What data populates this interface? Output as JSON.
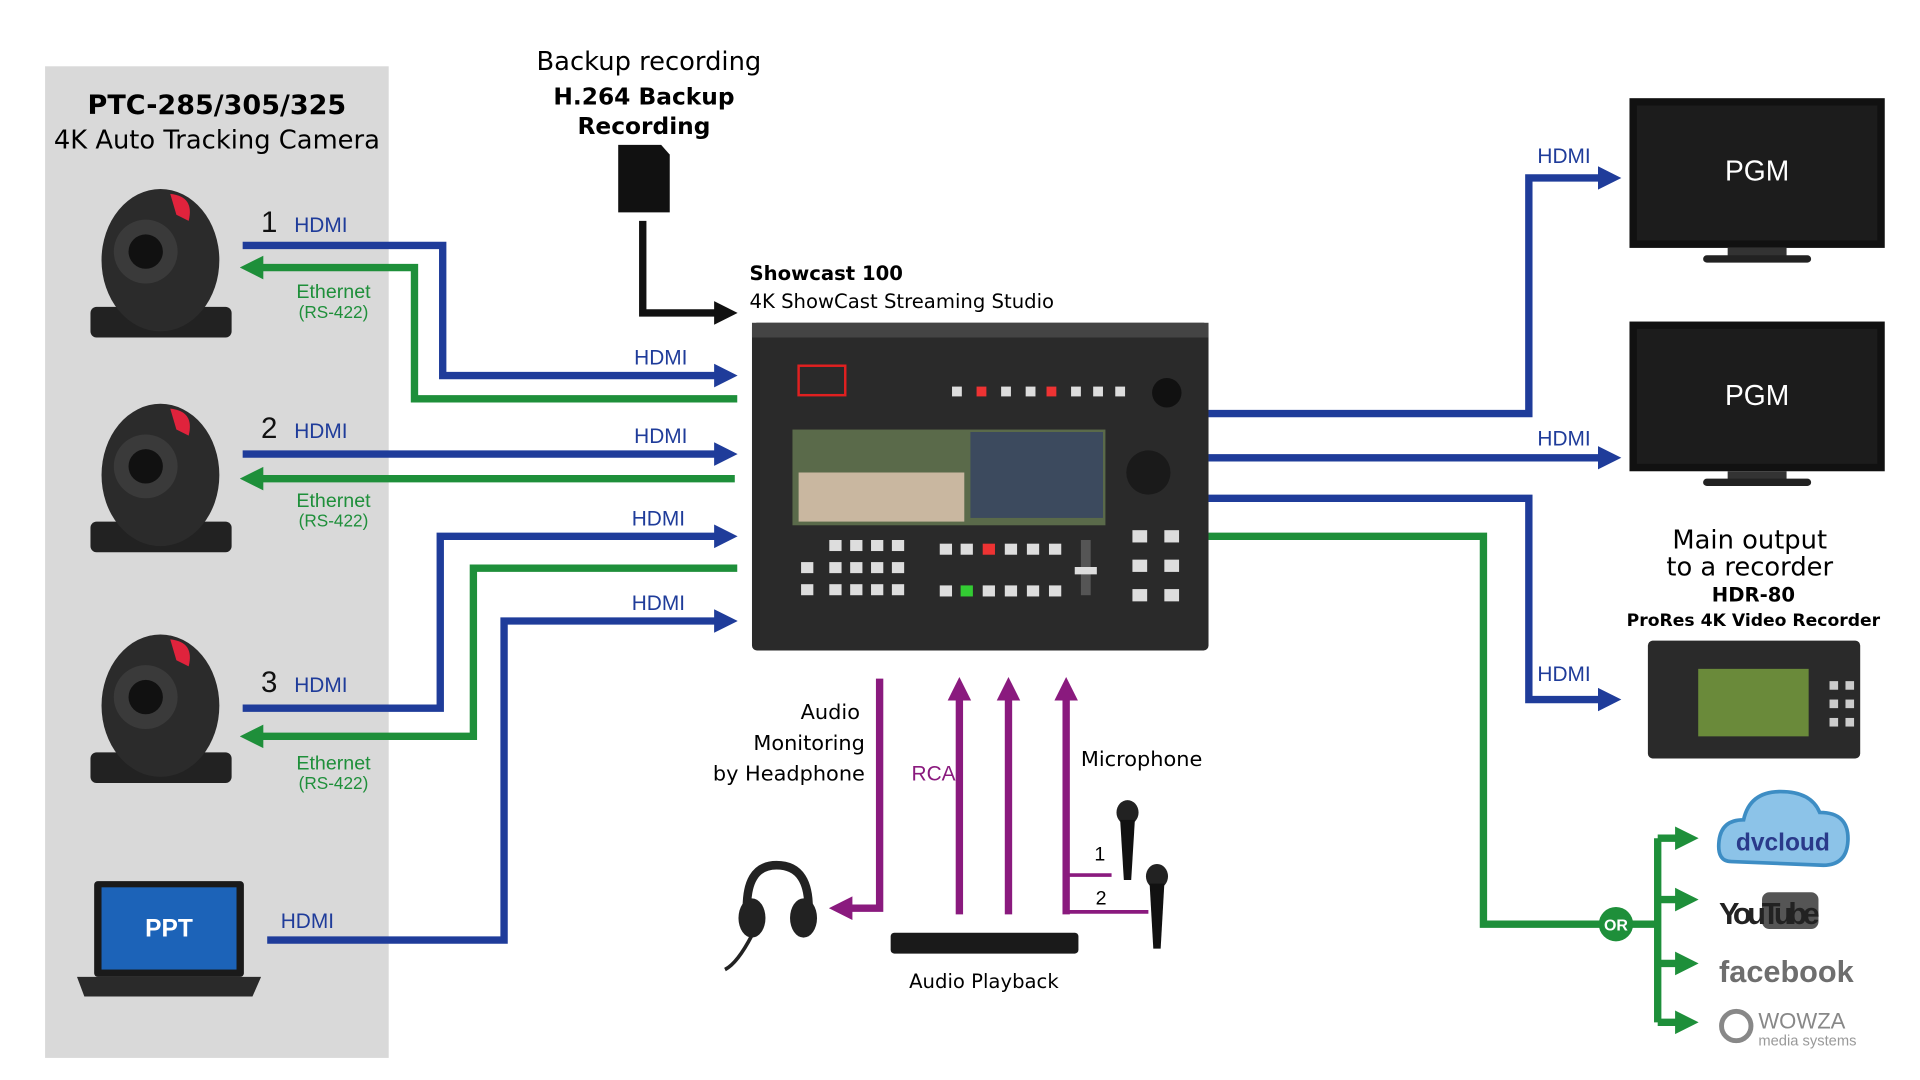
{
  "cameras": {
    "title": "PTC-285/305/325",
    "subtitle": "4K Auto Tracking Camera",
    "items": [
      {
        "number": "1",
        "video": "HDMI",
        "control": "Ethernet",
        "control_sub": "(RS-422)"
      },
      {
        "number": "2",
        "video": "HDMI",
        "control": "Ethernet",
        "control_sub": "(RS-422)"
      },
      {
        "number": "3",
        "video": "HDMI",
        "control": "Ethernet",
        "control_sub": "(RS-422)"
      }
    ],
    "laptop": {
      "screen": "PPT",
      "video": "HDMI"
    }
  },
  "backup": {
    "title": "Backup recording",
    "line1": "H.264 Backup",
    "line2": "Recording"
  },
  "switcher": {
    "name": "Showcast 100",
    "desc": "4K ShowCast Streaming Studio",
    "input_labels": [
      "HDMI",
      "HDMI",
      "HDMI",
      "HDMI"
    ]
  },
  "outputs": {
    "monitors": [
      {
        "screen": "PGM",
        "link": "HDMI"
      },
      {
        "screen": "PGM",
        "link": "HDMI"
      }
    ],
    "recorder": {
      "line1": "Main output",
      "line2": "to a recorder",
      "model": "HDR-80",
      "desc": "ProRes 4K Video Recorder",
      "link": "HDMI"
    },
    "streaming": {
      "or": "OR",
      "services": [
        "dvcloud",
        "YouTube",
        "facebook",
        "WOWZA"
      ],
      "wowza_sub": "media systems"
    }
  },
  "audio": {
    "monitoring": [
      "Audio",
      "Monitoring",
      "by Headphone"
    ],
    "rca": "RCA",
    "microphone": "Microphone",
    "mic_numbers": [
      "1",
      "2"
    ],
    "playback": "Audio Playback"
  },
  "colors": {
    "hdmi": "#1f3c9a",
    "ethernet": "#1e8f3a",
    "audio": "#8a1a7e",
    "panel": "#d9d9d9"
  }
}
